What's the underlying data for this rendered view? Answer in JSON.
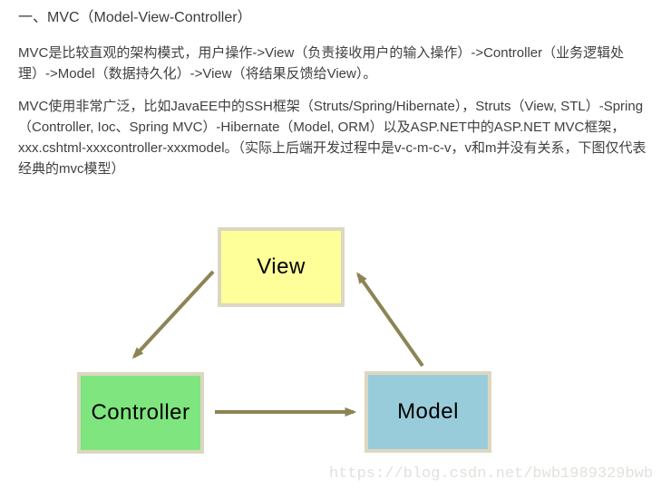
{
  "article": {
    "heading": "一、MVC（Model-View-Controller）",
    "paragraphs": [
      "MVC是比较直观的架构模式，用户操作->View（负责接收用户的输入操作）->Controller（业务逻辑处理）->Model（数据持久化）->View（将结果反馈给View）。",
      "MVC使用非常广泛，比如JavaEE中的SSH框架（Struts/Spring/Hibernate），Struts（View, STL）-Spring（Controller, Ioc、Spring MVC）-Hibernate（Model, ORM）以及ASP.NET中的ASP.NET MVC框架，xxx.cshtml-xxxcontroller-xxxmodel。（实际上后端开发过程中是v-c-m-c-v，v和m并没有关系，下图仅代表经典的mvc模型）"
    ]
  },
  "diagram": {
    "type": "flow-diagram",
    "nodes": [
      {
        "id": "view",
        "label": "View",
        "fill": "#FFFF99"
      },
      {
        "id": "controller",
        "label": "Controller",
        "fill": "#7FE57F"
      },
      {
        "id": "model",
        "label": "Model",
        "fill": "#98CCDB"
      }
    ],
    "edges": [
      {
        "from": "View",
        "to": "Controller"
      },
      {
        "from": "Controller",
        "to": "Model"
      },
      {
        "from": "Model",
        "to": "View"
      }
    ],
    "border_color": "#DCD7C1",
    "arrow_color": "#8C8454"
  },
  "watermark": {
    "text": "https://blog.csdn.net/bwb1989329bwb",
    "color": "#E2E1DD"
  }
}
